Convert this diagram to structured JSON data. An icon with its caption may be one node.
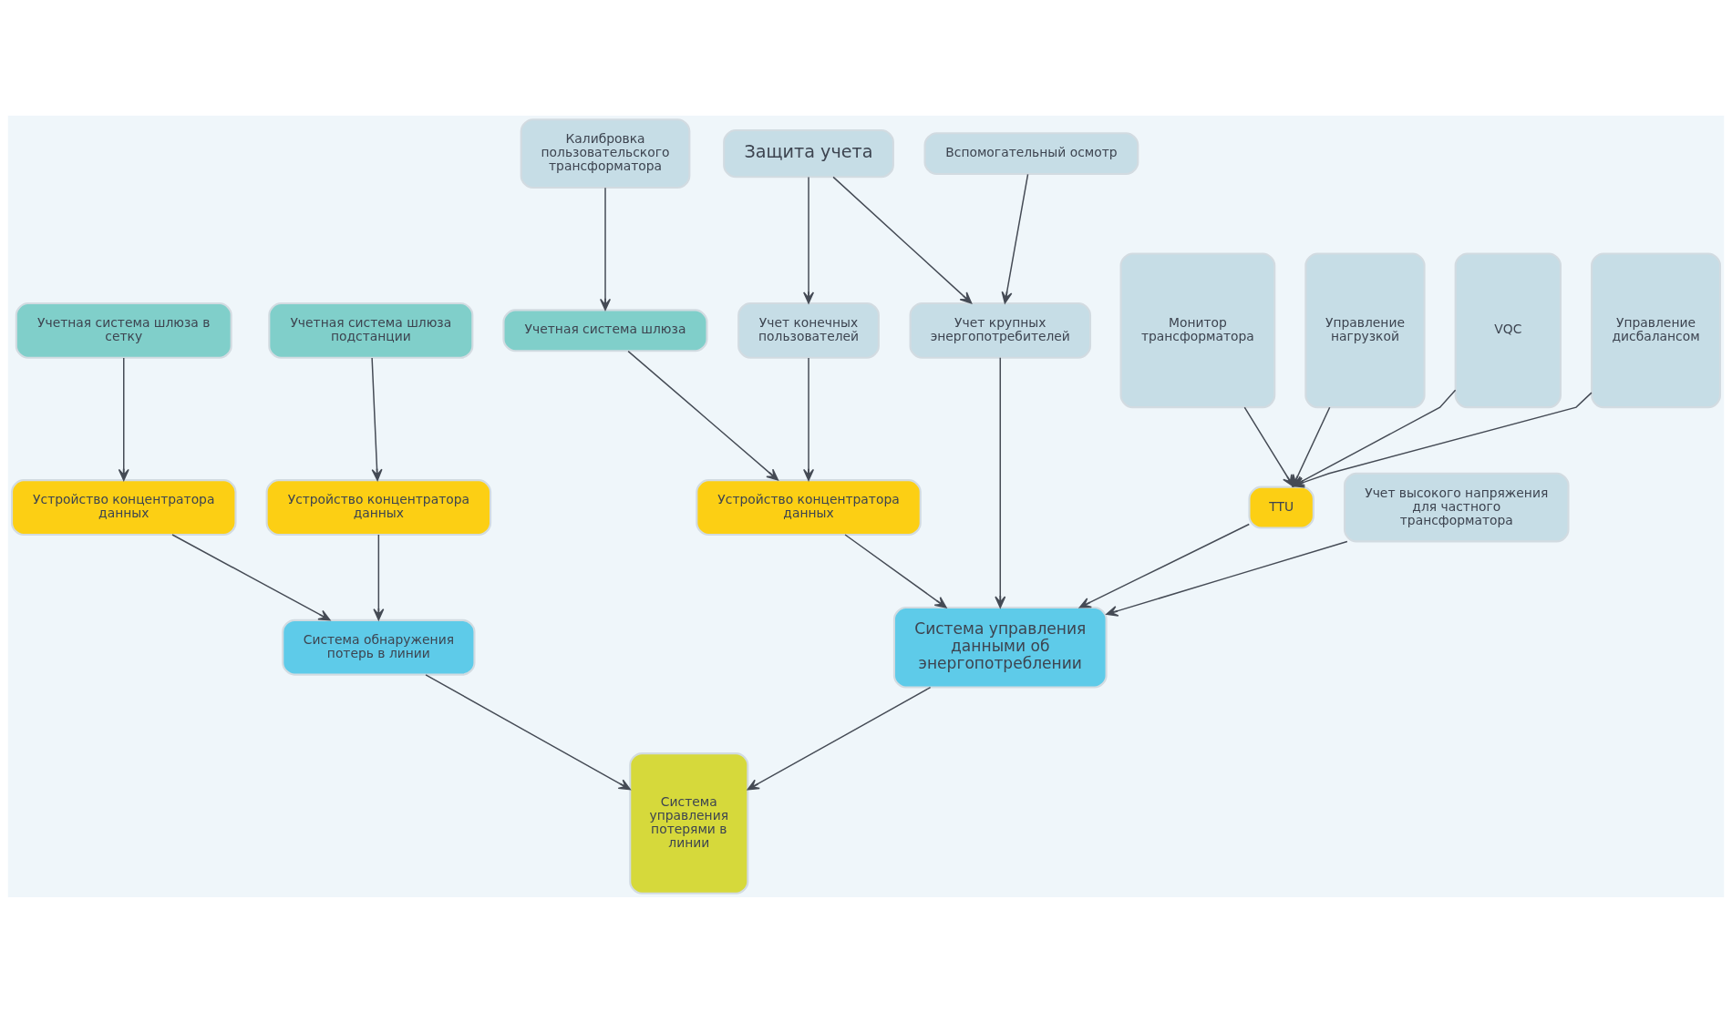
{
  "diagram": {
    "nodes": [
      {
        "text": [
          "Учетная система шлюза в сетку"
        ]
      },
      {
        "text": [
          "Устройство концентратора данных"
        ]
      },
      {
        "text": [
          "Система обнаружения потерь в линии"
        ]
      },
      {
        "text": [
          "Устройство концентратора данных"
        ]
      },
      {
        "text": [
          "Учетная система шлюза подстанции"
        ]
      },
      {
        "text": [
          "Система управления потерями в линии"
        ]
      },
      {
        "text": [
          "Монитор трансформатора"
        ]
      },
      {
        "text": [
          "Управление нагрузкой"
        ]
      },
      {
        "text": [
          "VQC"
        ]
      },
      {
        "text": [
          "Управление дисбалансом"
        ]
      },
      {
        "text": [
          "Вспомогательный осмотр"
        ]
      },
      {
        "text": [
          "TTU"
        ]
      },
      {
        "text": [
          "Учет высокого напряжения для частного трансформатора"
        ]
      },
      {
        "text": [
          "Система управления данными об энергопотреблении"
        ]
      },
      {
        "text": [
          "Устройство концентратора данных"
        ]
      },
      {
        "text": [
          "Учет крупных энергопотребителей"
        ]
      },
      {
        "text": [
          "Учетная система шлюза"
        ]
      },
      {
        "text": [
          "Учет конечных пользователей"
        ]
      },
      {
        "text": [
          "Калибровка пользовательского трансформатора"
        ]
      },
      {
        "text": [
          "Защита учета"
        ]
      }
    ],
    "edges": [
      {
        "from": 0,
        "to": 1,
        "arrow": "to"
      },
      {
        "from": 1,
        "to": 2,
        "arrow": "to"
      },
      {
        "from": 3,
        "to": 2,
        "arrow": "to"
      },
      {
        "from": 4,
        "to": 3,
        "arrow": "to"
      },
      {
        "from": 2,
        "to": 5,
        "arrow": "to"
      },
      {
        "from": 6,
        "to": 11,
        "arrow": "to"
      },
      {
        "from": 7,
        "to": 11,
        "arrow": "to"
      },
      {
        "from": 8,
        "to": 11,
        "arrow": "to"
      },
      {
        "from": 9,
        "to": 11,
        "arrow": "to"
      },
      {
        "from": 11,
        "to": 13,
        "arrow": "to"
      },
      {
        "from": 12,
        "to": 13,
        "arrow": "to"
      },
      {
        "from": 13,
        "to": 5,
        "arrow": "to"
      },
      {
        "from": 14,
        "to": 13,
        "arrow": "to"
      },
      {
        "from": 15,
        "to": 13,
        "arrow": "to"
      },
      {
        "from": 10,
        "to": 15,
        "arrow": "to"
      },
      {
        "from": 16,
        "to": 14,
        "arrow": "to"
      },
      {
        "from": 17,
        "to": 14,
        "arrow": "to"
      },
      {
        "from": 18,
        "to": 16,
        "arrow": "to"
      },
      {
        "from": 19,
        "to": 17,
        "arrow": "to"
      },
      {
        "from": 19,
        "to": 15,
        "arrow": "to"
      }
    ]
  }
}
